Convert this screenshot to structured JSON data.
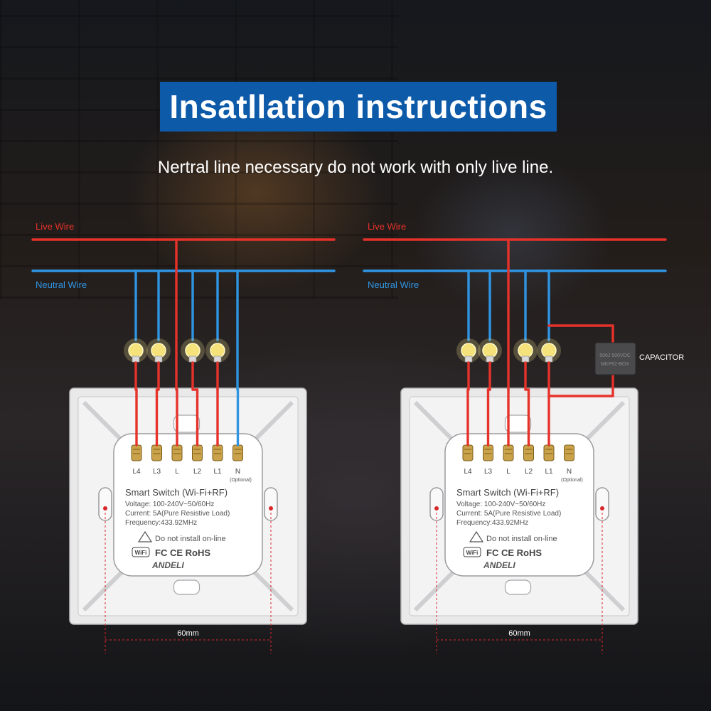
{
  "title": "Insatllation instructions",
  "subtitle": "Nertral line necessary do not work with only live line.",
  "colors": {
    "title_bg": "#0d5aa9",
    "live": "#e6322a",
    "neutral": "#2f95e3",
    "bulb": "#f5e27a",
    "panel": "#e9e9ea"
  },
  "diagrams": [
    {
      "live_label": "Live Wire",
      "neutral_label": "Neutral Wire",
      "terminals": [
        "L4",
        "L3",
        "L",
        "L2",
        "L1",
        "N"
      ],
      "optional_note": "(Optional)",
      "device_name": "Smart Switch  (Wi-Fi+RF)",
      "voltage": "Voltage: 100-240V~50/60Hz",
      "current": "Current: 5A(Pure Resistive Load)",
      "frequency": "Frequency:433.92MHz",
      "warning": "Do not install on-line",
      "cert_wifi": "WiFi",
      "cert_marks": "FC CE RoHS",
      "brand": "ANDELI",
      "dimension": "60mm"
    },
    {
      "live_label": "Live Wire",
      "neutral_label": "Neutral Wire",
      "terminals": [
        "L4",
        "L3",
        "L",
        "L2",
        "L1",
        "N"
      ],
      "optional_note": "(Optional)",
      "device_name": "Smart Switch  (Wi-Fi+RF)",
      "voltage": "Voltage: 100-240V~50/60Hz",
      "current": "Current: 5A(Pure Resistive Load)",
      "frequency": "Frequency:433.92MHz",
      "warning": "Do not install on-line",
      "cert_wifi": "WiFi",
      "cert_marks": "FC CE RoHS",
      "brand": "ANDELI",
      "dimension": "60mm",
      "capacitor_label": "CAPACITOR",
      "capacitor_text": [
        "506J 500VDC",
        "MKP62-BOX"
      ]
    }
  ]
}
